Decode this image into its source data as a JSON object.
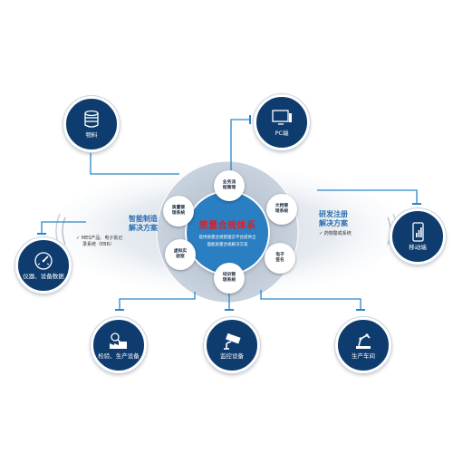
{
  "center": {
    "title": "质量合规体系",
    "subtitle_lines": [
      "提供质量合规管理云平台提供全",
      "面能质量合规解决方案"
    ]
  },
  "bubbles": [
    {
      "id": "top",
      "lines": [
        "业务流",
        "程管理"
      ]
    },
    {
      "id": "upper_right",
      "lines": [
        "文档管",
        "理系统"
      ]
    },
    {
      "id": "right",
      "lines": [
        "电子",
        "签名"
      ]
    },
    {
      "id": "bottom",
      "lines": [
        "培训管",
        "理系统"
      ]
    },
    {
      "id": "left",
      "lines": [
        "虚拟实",
        "验室"
      ]
    },
    {
      "id": "upper_left",
      "lines": [
        "质量管",
        "理系统"
      ]
    }
  ],
  "left_panel": {
    "title_lines": [
      "智能制造",
      "解决方案"
    ],
    "items": [
      "MES产品、电子批记",
      "录系统（EBR）"
    ]
  },
  "right_panel": {
    "title_lines": [
      "研发注册",
      "解决方案"
    ],
    "items": [
      "药物警戒系统"
    ]
  },
  "nodes": [
    {
      "id": "materials",
      "label": "物料",
      "icon": "barrel-icon"
    },
    {
      "id": "pc",
      "label": "PC端",
      "icon": "monitor-icon"
    },
    {
      "id": "mobile",
      "label": "移动端",
      "icon": "phone-icon"
    },
    {
      "id": "production",
      "label": "生产车间",
      "icon": "robot-arm-icon"
    },
    {
      "id": "monitoring",
      "label": "监控设备",
      "icon": "camera-icon"
    },
    {
      "id": "inspection",
      "label": "检验、生产设备",
      "icon": "factory-equipment-icon"
    },
    {
      "id": "instruments",
      "label": "仪器、设备数据",
      "icon": "gauge-icon"
    }
  ],
  "colors": {
    "node_fill": "#0e3c6e",
    "connector": "#2a86c9",
    "center_fill": "#2a7ec2",
    "center_title": "#d7232a",
    "panel_title": "#2a6fb0"
  }
}
